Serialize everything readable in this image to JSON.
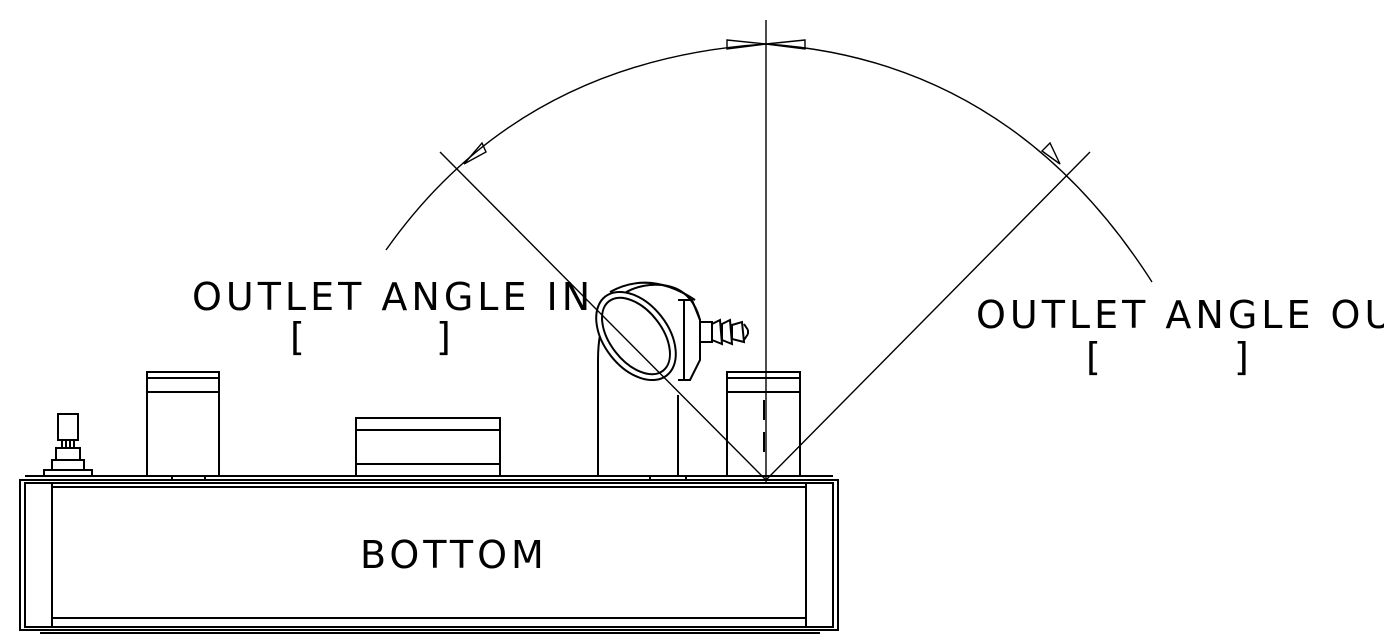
{
  "labels": {
    "outlet_in": "OUTLET ANGLE IN",
    "outlet_in_bracket_open": "[",
    "outlet_in_bracket_close": "]",
    "outlet_out": "OUTLET ANGLE OUT",
    "outlet_out_bracket_open": "[",
    "outlet_out_bracket_close": "]",
    "bottom": "BOTTOM"
  },
  "colors": {
    "line": "#000000",
    "background": "#ffffff"
  }
}
